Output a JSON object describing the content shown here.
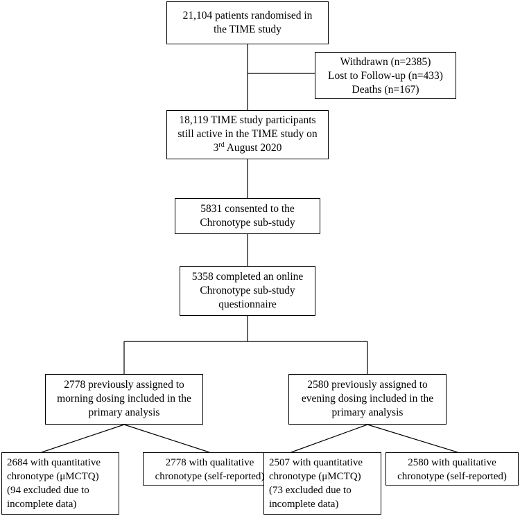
{
  "boxes": {
    "randomised": {
      "lines": [
        "21,104 patients randomised in",
        "the TIME study"
      ]
    },
    "excluded": {
      "lines": [
        "Withdrawn (n=2385)",
        "Lost to Follow-up (n=433)",
        "Deaths (n=167)"
      ]
    },
    "active": {
      "line1": "18,119 TIME study participants",
      "line2": "still active in the TIME study on",
      "date_day": "3",
      "date_suffix": "rd",
      "date_rest": " August 2020"
    },
    "consented": {
      "lines": [
        "5831 consented to the",
        "Chronotype sub-study"
      ]
    },
    "completed": {
      "lines": [
        "5358 completed an online",
        "Chronotype sub-study",
        "questionnaire"
      ]
    },
    "morning": {
      "lines": [
        "2778 previously assigned to",
        "morning dosing included in the",
        "primary analysis"
      ]
    },
    "evening": {
      "lines": [
        "2580 previously assigned to",
        "evening dosing included in the",
        "primary analysis"
      ]
    },
    "morning_quant": {
      "lines": [
        "2684 with quantitative",
        "chronotype (μMCTQ)",
        "(94 excluded due to",
        "incomplete data)"
      ]
    },
    "morning_qual": {
      "lines": [
        "2778 with qualitative",
        "chronotype (self-reported)"
      ]
    },
    "evening_quant": {
      "lines": [
        "2507 with quantitative",
        "chronotype (μMCTQ)",
        "(73 excluded due to",
        "incomplete data)"
      ]
    },
    "evening_qual": {
      "lines": [
        "2580 with qualitative",
        "chronotype (self-reported)"
      ]
    }
  }
}
